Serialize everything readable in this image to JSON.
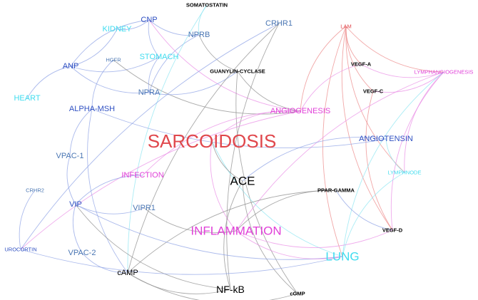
{
  "colors": {
    "red": "#e0474c",
    "magenta": "#e040d8",
    "cyan": "#3fdcef",
    "blue": "#2f50c2",
    "steel": "#4a76b3",
    "black": "#000000",
    "edge_blue": "#8fa3e6",
    "edge_pink": "#e98ee5",
    "edge_red": "#ec8a8a",
    "edge_gray": "#8d8d8d",
    "edge_cyan": "#8de6f2"
  },
  "nodes": [
    {
      "id": "sarcoidosis",
      "label": "SARCOIDOSIS",
      "color": "red",
      "weight": "xl"
    },
    {
      "id": "inflammation",
      "label": "INFLAMMATION",
      "color": "magenta",
      "weight": "l"
    },
    {
      "id": "ace",
      "label": "ACE",
      "color": "black",
      "weight": "l"
    },
    {
      "id": "lung",
      "label": "LUNG",
      "color": "cyan",
      "weight": "l"
    },
    {
      "id": "nfkb",
      "label": "NF-kB",
      "color": "black",
      "weight": "m"
    },
    {
      "id": "camp",
      "label": "cAMP",
      "color": "black",
      "weight": "s"
    },
    {
      "id": "cgmp",
      "label": "cGMP",
      "color": "black",
      "weight": "xs"
    },
    {
      "id": "somatostatin",
      "label": "SOMATOSTATIN",
      "color": "black",
      "weight": "xs"
    },
    {
      "id": "cnp",
      "label": "CNP",
      "color": "blue",
      "weight": "s"
    },
    {
      "id": "kidney",
      "label": "KIDNEY",
      "color": "cyan",
      "weight": "s"
    },
    {
      "id": "nprb",
      "label": "NPRB",
      "color": "steel",
      "weight": "s"
    },
    {
      "id": "crhr1",
      "label": "CRHR1",
      "color": "steel",
      "weight": "s"
    },
    {
      "id": "lam",
      "label": "LAM",
      "color": "red",
      "weight": "xs"
    },
    {
      "id": "hgfr",
      "label": "HGFR",
      "color": "steel",
      "weight": "xs"
    },
    {
      "id": "anp",
      "label": "ANP",
      "color": "blue",
      "weight": "s"
    },
    {
      "id": "stomach",
      "label": "STOMACH",
      "color": "cyan",
      "weight": "s"
    },
    {
      "id": "guanylin",
      "label": "GUANYLIN-CYCLASE",
      "color": "black",
      "weight": "xs"
    },
    {
      "id": "vegfa",
      "label": "VEGF-A",
      "color": "black",
      "weight": "xs"
    },
    {
      "id": "lymphangio",
      "label": "LYMPHANGIOGENESIS",
      "color": "magenta",
      "weight": "xs"
    },
    {
      "id": "heart",
      "label": "HEART",
      "color": "cyan",
      "weight": "s"
    },
    {
      "id": "npra",
      "label": "NPRA",
      "color": "steel",
      "weight": "s"
    },
    {
      "id": "vegfc",
      "label": "VEGF-C",
      "color": "black",
      "weight": "xs"
    },
    {
      "id": "alphamsh",
      "label": "ALPHA-MSH",
      "color": "blue",
      "weight": "s"
    },
    {
      "id": "angiogenesis",
      "label": "ANGIOGENESIS",
      "color": "magenta",
      "weight": "s"
    },
    {
      "id": "angiotensin",
      "label": "ANGIOTENSIN",
      "color": "blue",
      "weight": "s"
    },
    {
      "id": "vpac1",
      "label": "VPAC-1",
      "color": "steel",
      "weight": "s"
    },
    {
      "id": "lymphnode",
      "label": "LYMPHNODE",
      "color": "cyan",
      "weight": "xs"
    },
    {
      "id": "infection",
      "label": "INFECTION",
      "color": "magenta",
      "weight": "s"
    },
    {
      "id": "crhr2",
      "label": "CRHR2",
      "color": "steel",
      "weight": "xs"
    },
    {
      "id": "ppargamma",
      "label": "PPAR-GAMMA",
      "color": "black",
      "weight": "xs"
    },
    {
      "id": "vip",
      "label": "VIP",
      "color": "blue",
      "weight": "s"
    },
    {
      "id": "vipr1",
      "label": "VIPR1",
      "color": "steel",
      "weight": "s"
    },
    {
      "id": "urocortin",
      "label": "UROCORTIN",
      "color": "blue",
      "weight": "xs"
    },
    {
      "id": "vegfd",
      "label": "VEGF-D",
      "color": "black",
      "weight": "xs"
    },
    {
      "id": "vpac2",
      "label": "VPAC-2",
      "color": "steel",
      "weight": "s"
    }
  ],
  "edges": [
    {
      "source": "kidney",
      "target": "cnp",
      "color": "edge_blue"
    },
    {
      "source": "cnp",
      "target": "anp",
      "color": "edge_blue"
    },
    {
      "source": "cnp",
      "target": "nprb",
      "color": "edge_blue"
    },
    {
      "source": "cnp",
      "target": "angiogenesis",
      "color": "edge_pink"
    },
    {
      "source": "cnp",
      "target": "stomach",
      "color": "edge_blue"
    },
    {
      "source": "nprb",
      "target": "npra",
      "color": "edge_blue"
    },
    {
      "source": "nprb",
      "target": "guanylin",
      "color": "edge_gray"
    },
    {
      "source": "anp",
      "target": "heart",
      "color": "edge_blue"
    },
    {
      "source": "anp",
      "target": "npra",
      "color": "edge_blue"
    },
    {
      "source": "anp",
      "target": "kidney",
      "color": "edge_blue"
    },
    {
      "source": "anp",
      "target": "stomach",
      "color": "edge_blue"
    },
    {
      "source": "hgfr",
      "target": "alphamsh",
      "color": "edge_blue"
    },
    {
      "source": "hgfr",
      "target": "angiogenesis",
      "color": "edge_gray"
    },
    {
      "source": "npra",
      "target": "guanylin",
      "color": "edge_blue"
    },
    {
      "source": "stomach",
      "target": "npra",
      "color": "edge_blue"
    },
    {
      "source": "somatostatin",
      "target": "nprb",
      "color": "edge_cyan"
    },
    {
      "source": "somatostatin",
      "target": "camp",
      "color": "edge_cyan"
    },
    {
      "source": "guanylin",
      "target": "cgmp",
      "color": "edge_gray"
    },
    {
      "source": "guanylin",
      "target": "angiogenesis",
      "color": "edge_gray"
    },
    {
      "source": "crhr1",
      "target": "nfkb",
      "color": "edge_gray"
    },
    {
      "source": "crhr1",
      "target": "urocortin",
      "color": "edge_blue"
    },
    {
      "source": "crhr1",
      "target": "camp",
      "color": "edge_gray"
    },
    {
      "source": "lam",
      "target": "vegfd",
      "color": "edge_red"
    },
    {
      "source": "lam",
      "target": "vegfa",
      "color": "edge_red"
    },
    {
      "source": "lam",
      "target": "lymphangio",
      "color": "edge_red"
    },
    {
      "source": "lam",
      "target": "vegfc",
      "color": "edge_red"
    },
    {
      "source": "lam",
      "target": "angiogenesis",
      "color": "edge_red"
    },
    {
      "source": "lam",
      "target": "lymphnode",
      "color": "edge_red"
    },
    {
      "source": "lam",
      "target": "lung",
      "color": "edge_red"
    },
    {
      "source": "vegfa",
      "target": "lymphangio",
      "color": "edge_pink"
    },
    {
      "source": "vegfa",
      "target": "angiogenesis",
      "color": "edge_pink"
    },
    {
      "source": "vegfc",
      "target": "lymphangio",
      "color": "edge_pink"
    },
    {
      "source": "vegfc",
      "target": "vegfd",
      "color": "edge_red"
    },
    {
      "source": "lymphangio",
      "target": "lymphnode",
      "color": "edge_pink"
    },
    {
      "source": "lymphangio",
      "target": "vegfd",
      "color": "edge_pink"
    },
    {
      "source": "lymphangio",
      "target": "inflammation",
      "color": "edge_pink"
    },
    {
      "source": "lymphangio",
      "target": "lung",
      "color": "edge_cyan"
    },
    {
      "source": "angiogenesis",
      "target": "infection",
      "color": "edge_pink"
    },
    {
      "source": "angiogenesis",
      "target": "urocortin",
      "color": "edge_pink"
    },
    {
      "source": "angiogenesis",
      "target": "sarcoidosis",
      "color": "edge_pink"
    },
    {
      "source": "alphamsh",
      "target": "angiotensin",
      "color": "edge_blue"
    },
    {
      "source": "alphamsh",
      "target": "vpac1",
      "color": "edge_blue"
    },
    {
      "source": "alphamsh",
      "target": "camp",
      "color": "edge_blue"
    },
    {
      "source": "sarcoidosis",
      "target": "lung",
      "color": "edge_cyan"
    },
    {
      "source": "sarcoidosis",
      "target": "inflammation",
      "color": "edge_pink"
    },
    {
      "source": "sarcoidosis",
      "target": "ace",
      "color": "edge_gray"
    },
    {
      "source": "angiotensin",
      "target": "ace",
      "color": "edge_blue"
    },
    {
      "source": "angiotensin",
      "target": "lymphnode",
      "color": "edge_cyan"
    },
    {
      "source": "ace",
      "target": "nfkb",
      "color": "edge_gray"
    },
    {
      "source": "ace",
      "target": "cgmp",
      "color": "edge_gray"
    },
    {
      "source": "ppargamma",
      "target": "inflammation",
      "color": "edge_gray"
    },
    {
      "source": "ppargamma",
      "target": "vegfd",
      "color": "edge_blue"
    },
    {
      "source": "ppargamma",
      "target": "camp",
      "color": "edge_gray"
    },
    {
      "source": "infection",
      "target": "vip",
      "color": "edge_blue"
    },
    {
      "source": "vpac1",
      "target": "vip",
      "color": "edge_blue"
    },
    {
      "source": "vip",
      "target": "vipr1",
      "color": "edge_blue"
    },
    {
      "source": "vip",
      "target": "vpac2",
      "color": "edge_blue"
    },
    {
      "source": "vip",
      "target": "lung",
      "color": "edge_blue"
    },
    {
      "source": "vip",
      "target": "nfkb",
      "color": "edge_gray"
    },
    {
      "source": "vipr1",
      "target": "inflammation",
      "color": "edge_gray"
    },
    {
      "source": "crhr2",
      "target": "urocortin",
      "color": "edge_blue"
    },
    {
      "source": "urocortin",
      "target": "lung",
      "color": "edge_blue"
    },
    {
      "source": "vpac2",
      "target": "camp",
      "color": "edge_blue"
    },
    {
      "source": "camp",
      "target": "nfkb",
      "color": "edge_gray"
    },
    {
      "source": "camp",
      "target": "cgmp",
      "color": "edge_gray"
    },
    {
      "source": "inflammation",
      "target": "lung",
      "color": "edge_pink"
    },
    {
      "source": "inflammation",
      "target": "vegfd",
      "color": "edge_pink"
    },
    {
      "source": "lymphnode",
      "target": "lung",
      "color": "edge_cyan"
    }
  ]
}
